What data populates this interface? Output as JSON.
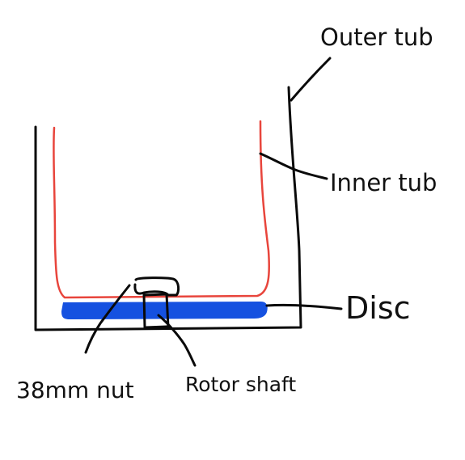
{
  "labels": {
    "outer_tub": "Outer tub",
    "inner_tub": "Inner tub",
    "disc": "Disc",
    "nut": "38mm nut",
    "rotor_shaft": "Rotor shaft"
  },
  "colors": {
    "outline": "#0a0a0a",
    "inner_tub": "#e8453c",
    "disc": "#1551e0",
    "background": "#ffffff"
  }
}
